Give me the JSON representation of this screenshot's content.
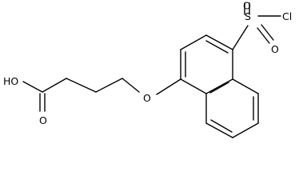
{
  "molecule": {
    "labels": {
      "hydroxyl": "HO",
      "carbonyl_oxygen": "O",
      "ether_oxygen": "O",
      "sulfur": "S",
      "sulfonyl_oxygen_top": "O",
      "sulfonyl_oxygen_bottom": "O",
      "chlorine": "Cl"
    },
    "colors": {
      "bond": "#000000",
      "label": "#000000",
      "background": "#ffffff"
    }
  }
}
